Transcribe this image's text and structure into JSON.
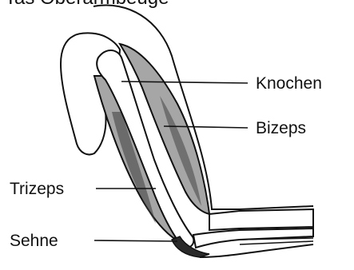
{
  "diagram": {
    "cut_off_title": "Tas Oberarmbeuge",
    "labels": {
      "bone": "Knochen",
      "biceps": "Bizeps",
      "triceps": "Trizeps",
      "tendon": "Sehne"
    },
    "colors": {
      "muscle": "#a6a6a6",
      "muscle_dark": "#3a3a3a",
      "outline": "#111111",
      "bone": "#ffffff"
    }
  }
}
